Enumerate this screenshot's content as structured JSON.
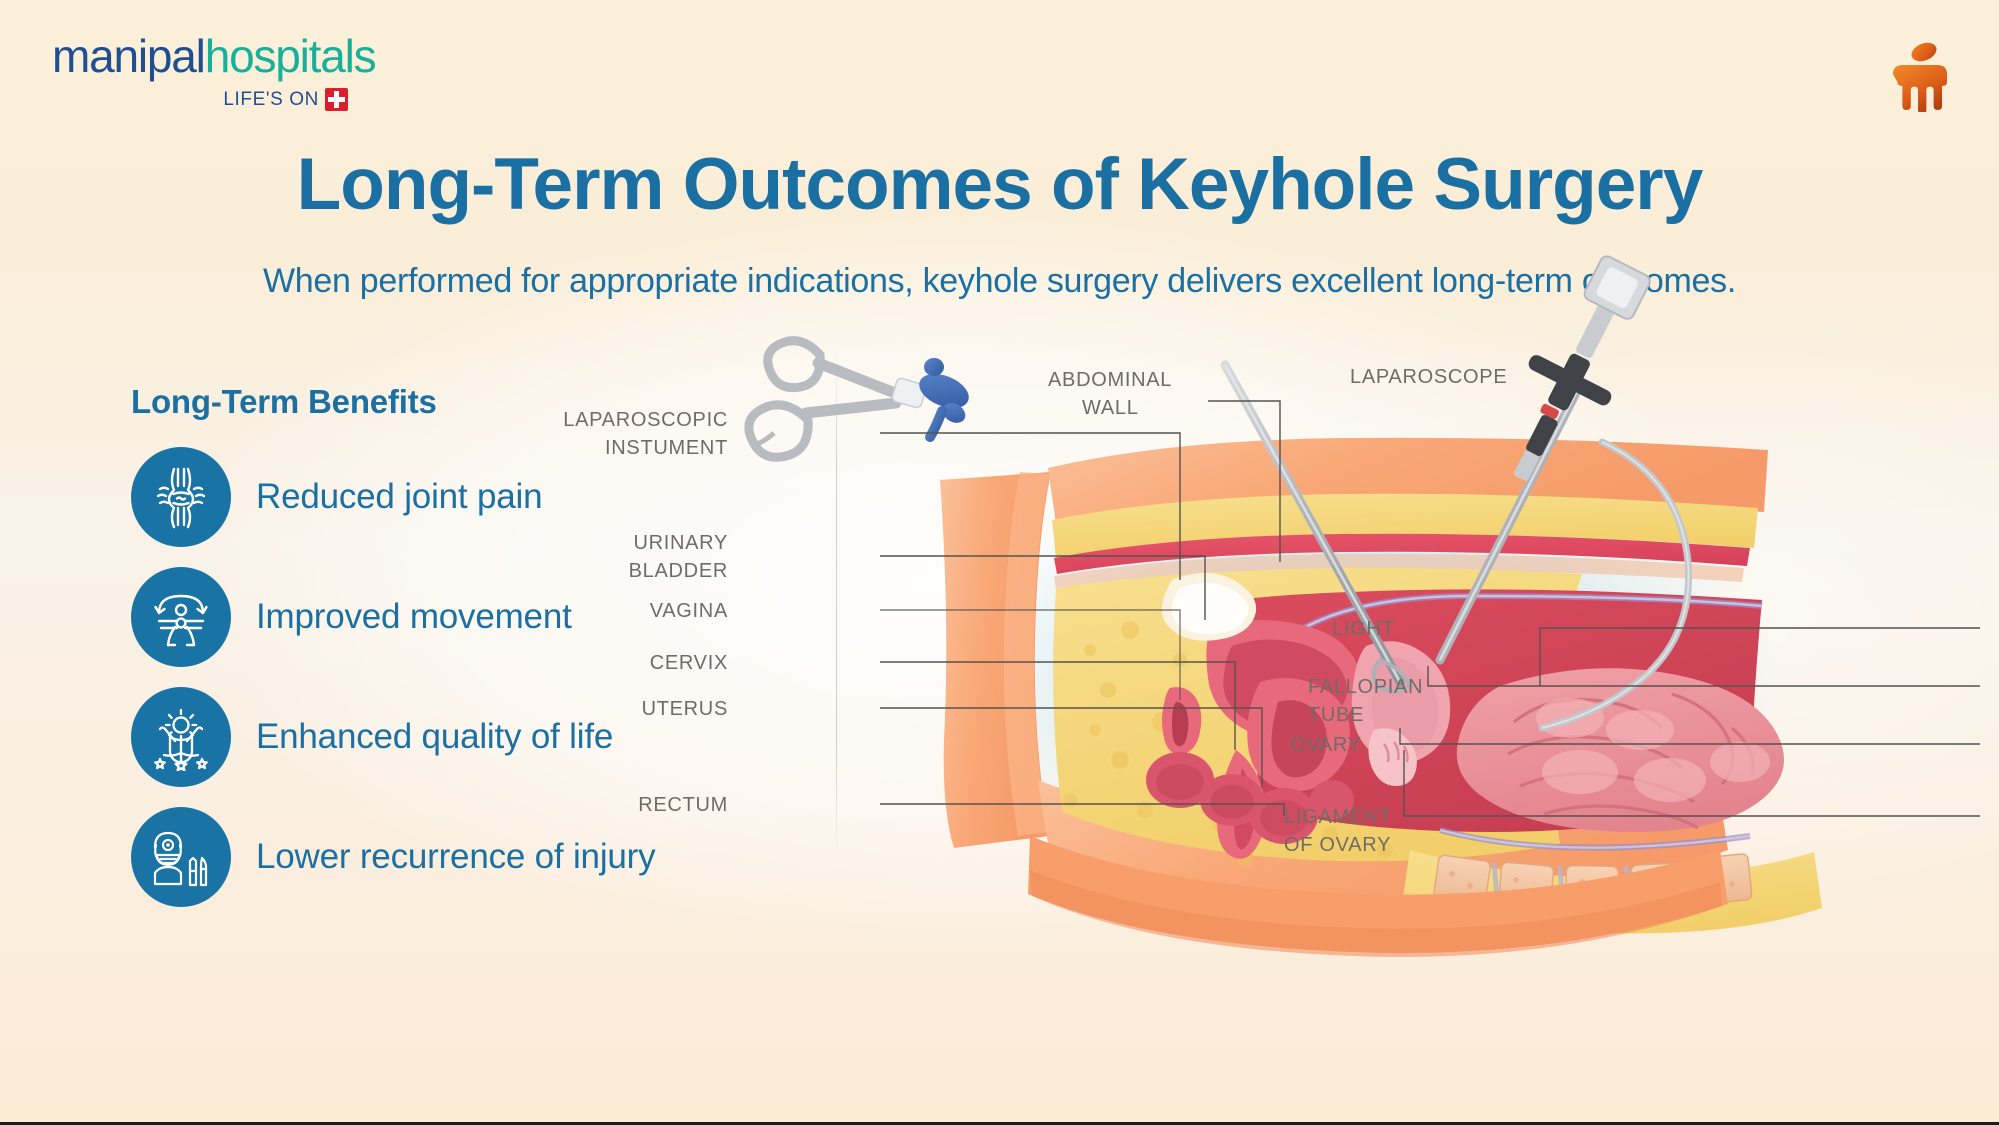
{
  "brand": {
    "logo_part1": "manipal",
    "logo_part2": "hospitals",
    "tagline": "LIFE'S ON",
    "cross_icon": "red-cross-icon",
    "mark_icon": "manipal-figure-mark",
    "colors": {
      "manipal_blue": "#1f4f92",
      "hospitals_teal": "#17b09a",
      "cross_red": "#d9202a",
      "mark_orange": "#e2631a"
    }
  },
  "header": {
    "title": "Long-Term Outcomes of Keyhole Surgery",
    "subtitle": "When performed for appropriate indications, keyhole surgery delivers excellent long-term outcomes.",
    "title_color": "#1a6fa3"
  },
  "benefits": {
    "heading": "Long-Term Benefits",
    "accent_color": "#1a73a5",
    "items": [
      {
        "label": "Reduced joint pain",
        "icon": "joint-bone-icon"
      },
      {
        "label": "Improved movement",
        "icon": "person-stretching-arrows-icon"
      },
      {
        "label": "Enhanced quality of life",
        "icon": "person-sun-stars-icon"
      },
      {
        "label": "Lower recurrence of injury",
        "icon": "surgeon-scalpel-syringe-icon"
      }
    ]
  },
  "illustration": {
    "name": "laparoscopic-pelvic-cross-section",
    "labels": {
      "laparoscopic_instrument_line1": "LAPAROSCOPIC",
      "laparoscopic_instrument_line2": "INSTUMENT",
      "abdominal_wall_line1": "ABDOMINAL",
      "abdominal_wall_line2": "WALL",
      "laparoscope": "LAPAROSCOPE",
      "urinary_bladder_line1": "URINARY",
      "urinary_bladder_line2": "BLADDER",
      "vagina": "VAGINA",
      "cervix": "CERVIX",
      "uterus": "UTERUS",
      "rectum": "RECTUM",
      "light": "LIGHT",
      "fallopian_tube_line1": "FALLOPIAN",
      "fallopian_tube_line2": "TUBE",
      "ovary": "OVARY",
      "ligament_of_ovary_line1": "LIGAMENT",
      "ligament_of_ovary_line2": "OF OVARY"
    },
    "label_color": "#6f6c68",
    "tissue_colors": {
      "skin": "#f7a877",
      "fat": "#f5d878",
      "muscle": "#e8566a",
      "organ": "#d94a5c",
      "intestine": "#ec8f96",
      "bladder": "#faf3e2",
      "bone": "#f3c5a4",
      "instrument_gray": "#b9bcc0",
      "instrument_blue": "#3f6cb5",
      "instrument_dark": "#3c3f44"
    }
  }
}
